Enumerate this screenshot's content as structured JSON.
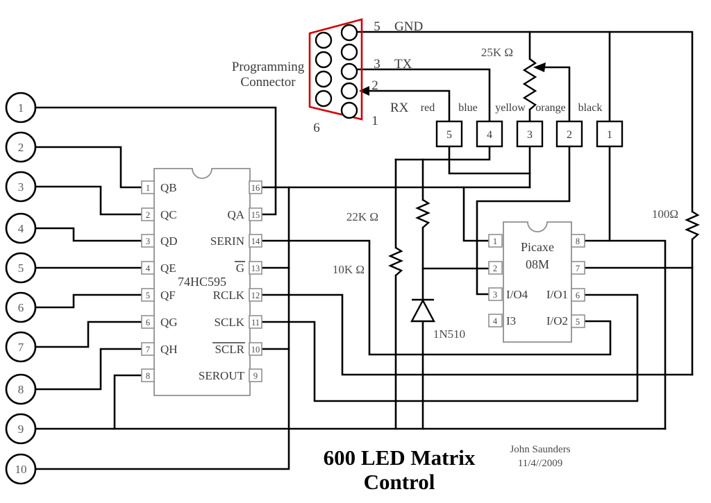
{
  "title": {
    "line1": "600 LED Matrix",
    "line2": "Control"
  },
  "credit": {
    "name": "John Saunders",
    "date": "11/4//2009"
  },
  "connector": {
    "label1": "Programming",
    "label2": "Connector",
    "pin5_num": "5",
    "pin5_name": "GND",
    "pin3_num": "3",
    "pin3_name": "TX",
    "pin2_num": "2",
    "pin2_name": "RX",
    "pin1_num": "1",
    "pin6_num": "6"
  },
  "header_wires": {
    "labels": [
      "red",
      "blue",
      "yellow",
      "orange",
      "black"
    ],
    "pins": [
      "5",
      "4",
      "3",
      "2",
      "1"
    ]
  },
  "parts": {
    "pot": "25K Ω",
    "r22k": "22K Ω",
    "r10k": "10K Ω",
    "r100": "100Ω",
    "diode": "1N510"
  },
  "shift_register": {
    "name": "74HC595",
    "left_pins": [
      {
        "num": "1",
        "label": "QB"
      },
      {
        "num": "2",
        "label": "QC"
      },
      {
        "num": "3",
        "label": "QD"
      },
      {
        "num": "4",
        "label": "QE"
      },
      {
        "num": "5",
        "label": "QF"
      },
      {
        "num": "6",
        "label": "QG"
      },
      {
        "num": "7",
        "label": "QH"
      },
      {
        "num": "8",
        "label": ""
      }
    ],
    "right_pins": [
      {
        "num": "16",
        "label": ""
      },
      {
        "num": "15",
        "label": "QA"
      },
      {
        "num": "14",
        "label": "SERIN"
      },
      {
        "num": "13",
        "label": "G"
      },
      {
        "num": "12",
        "label": "RCLK"
      },
      {
        "num": "11",
        "label": "SCLK"
      },
      {
        "num": "10",
        "label": "SCLR"
      },
      {
        "num": "9",
        "label": "SEROUT"
      }
    ]
  },
  "mcu": {
    "name1": "Picaxe",
    "name2": "08M",
    "left_pins": [
      {
        "num": "1",
        "label": ""
      },
      {
        "num": "2",
        "label": ""
      },
      {
        "num": "3",
        "label": "I/O4"
      },
      {
        "num": "4",
        "label": "I3"
      }
    ],
    "right_pins": [
      {
        "num": "8",
        "label": ""
      },
      {
        "num": "7",
        "label": ""
      },
      {
        "num": "6",
        "label": "I/O1"
      },
      {
        "num": "5",
        "label": "I/O2"
      }
    ]
  },
  "outputs": [
    "1",
    "2",
    "3",
    "4",
    "5",
    "6",
    "7",
    "8",
    "9",
    "10"
  ]
}
